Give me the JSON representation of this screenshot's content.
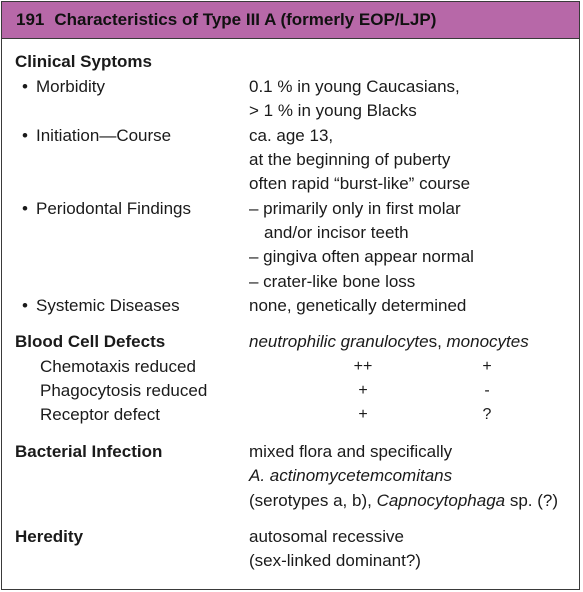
{
  "header": {
    "number": "191",
    "title": "Characteristics of Type III A (formerly EOP/LJP)"
  },
  "clinical": {
    "heading": "Clinical Syptoms",
    "morbidity_label": "Morbidity",
    "morbidity_values": [
      "0.1 % in young Caucasians,",
      "> 1 % in young Blacks"
    ],
    "initiation_label": "Initiation—Course",
    "initiation_values": [
      "ca. age 13,",
      "at the beginning of puberty",
      "often rapid “burst-like” course"
    ],
    "periodontal_label": "Periodontal Findings",
    "periodontal_values": [
      "– primarily only in first molar",
      "and/or incisor teeth",
      "– gingiva often appear normal",
      "– crater-like bone loss"
    ],
    "systemic_label": "Systemic Diseases",
    "systemic_value": "none, genetically determined"
  },
  "blood": {
    "heading": "Blood Cell Defects",
    "col_neutro": "neutrophilic granulocyte",
    "col_neutro_suffix": "s, ",
    "col_mono": "monocytes",
    "rows": [
      {
        "label": "Chemotaxis reduced",
        "neutro": "++",
        "mono": "+"
      },
      {
        "label": "Phagocytosis reduced",
        "neutro": "+",
        "mono": "-"
      },
      {
        "label": "Receptor defect",
        "neutro": "+",
        "mono": "?"
      }
    ]
  },
  "bacterial": {
    "heading": "Bacterial Infection",
    "line1": "mixed flora and specifically",
    "line2": "A. actinomycetemcomitans",
    "line3_pre": "(serotypes a, b), ",
    "line3_italic": "Capnocytophaga",
    "line3_post": " sp. (?)"
  },
  "heredity": {
    "heading": "Heredity",
    "line1": "autosomal recessive",
    "line2": "(sex-linked dominant?)"
  }
}
